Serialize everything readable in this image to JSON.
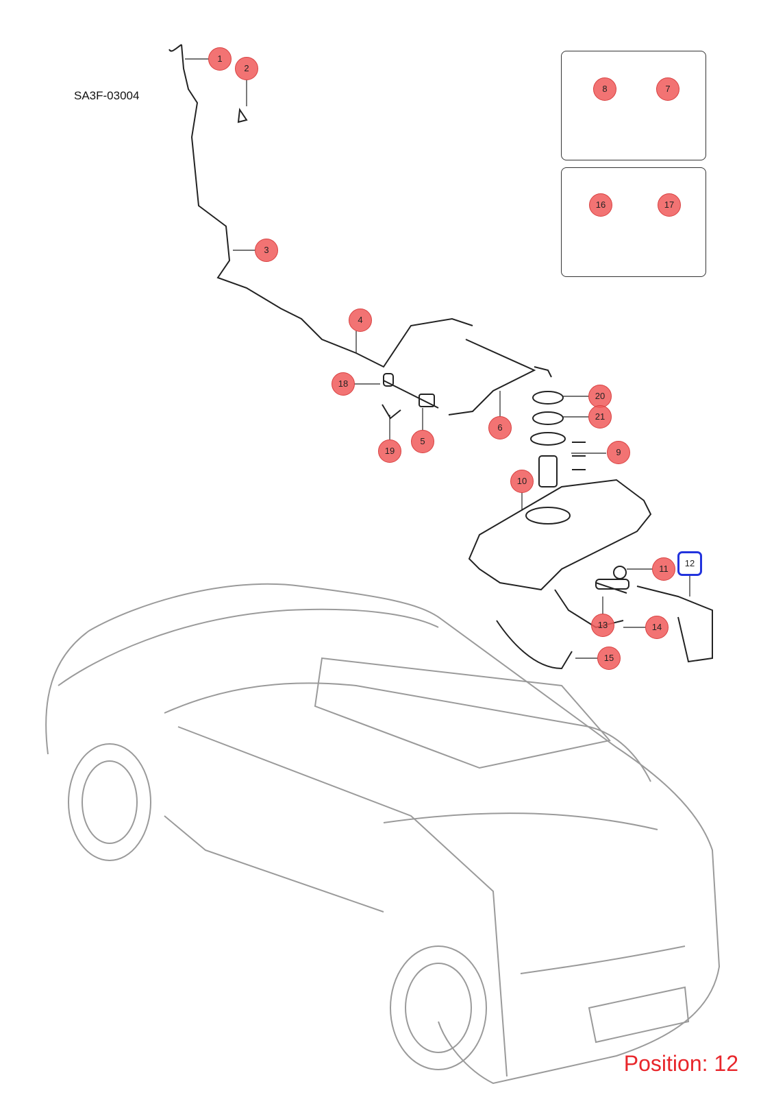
{
  "diagram": {
    "code": "SA3F-03004",
    "position_label": "Position: 12",
    "selected": "12",
    "callouts": [
      "1",
      "2",
      "3",
      "4",
      "5",
      "6",
      "7",
      "8",
      "9",
      "10",
      "11",
      "12",
      "13",
      "14",
      "15",
      "16",
      "17",
      "18",
      "19",
      "20",
      "21"
    ]
  },
  "colors": {
    "callout_fill": "#f05a5a",
    "selected_border": "#2233dd",
    "position_text": "#e8262b"
  }
}
